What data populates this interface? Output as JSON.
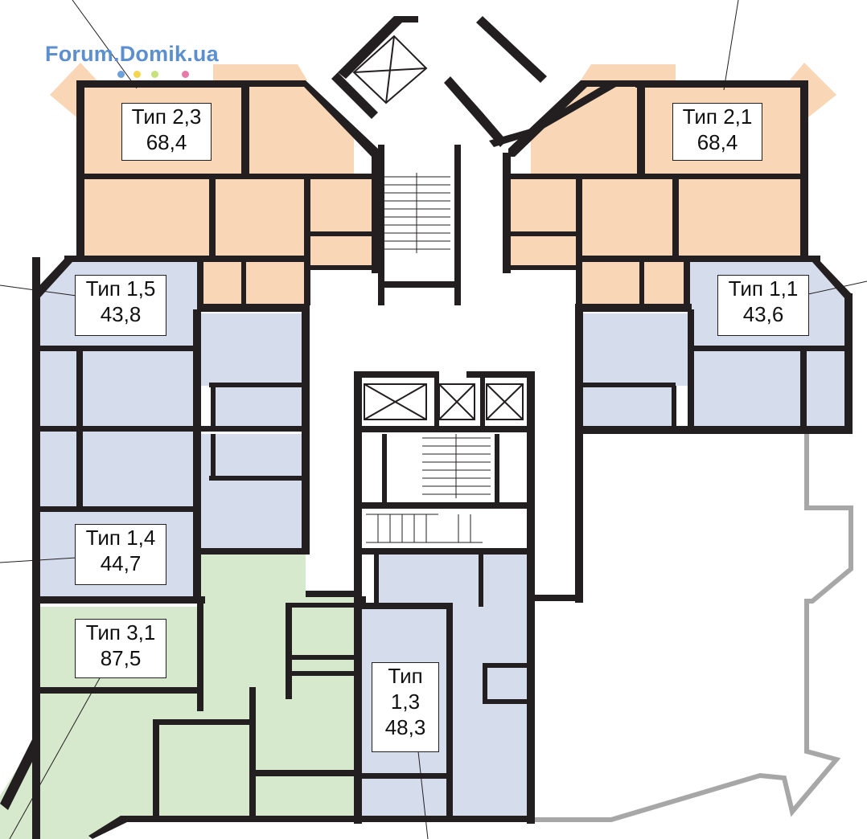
{
  "watermark": {
    "text": "Forum.Domik.ua"
  },
  "colors": {
    "type1_blue": "#d5dcec",
    "type2_peach": "#f8d6b6",
    "type3_green": "#d6e9cc",
    "corridor": "#ffffff",
    "walls": "#231f20",
    "outline_grey": "#a7a7a7",
    "watermark_blue": "#5b8fd0",
    "dot_colors": [
      "#6da0dd",
      "#f4d54c",
      "#c7e27d",
      "#e77aa8"
    ]
  },
  "apartments": [
    {
      "id": "t23",
      "type": "Тип 2,3",
      "area": "68,4"
    },
    {
      "id": "t21",
      "type": "Тип 2,1",
      "area": "68,4"
    },
    {
      "id": "t15",
      "type": "Тип 1,5",
      "area": "43,8"
    },
    {
      "id": "t11",
      "type": "Тип 1,1",
      "area": "43,6"
    },
    {
      "id": "t14",
      "type": "Тип 1,4",
      "area": "44,7"
    },
    {
      "id": "t31",
      "type": "Тип 3,1",
      "area": "87,5"
    },
    {
      "id": "t13",
      "type_line1": "Тип",
      "type_line2": "1,3",
      "area": "48,3"
    }
  ]
}
